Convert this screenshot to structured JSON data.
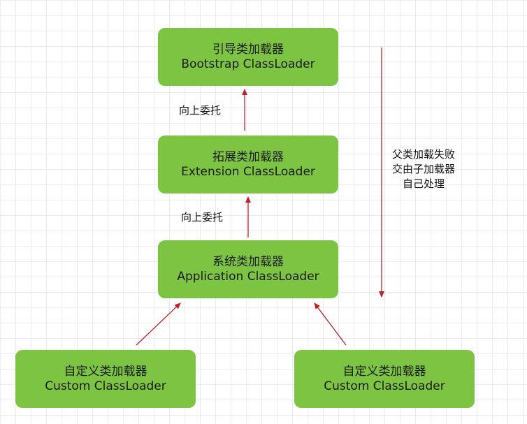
{
  "nodes": {
    "bootstrap": {
      "cn": "引导类加载器",
      "en": "Bootstrap ClassLoader"
    },
    "extension": {
      "cn": "拓展类加载器",
      "en": "Extension ClassLoader"
    },
    "application": {
      "cn": "系统类加载器",
      "en": "Application ClassLoader"
    },
    "custom_left": {
      "cn": "自定义类加载器",
      "en": "Custom ClassLoader"
    },
    "custom_right": {
      "cn": "自定义类加载器",
      "en": "Custom ClassLoader"
    }
  },
  "labels": {
    "delegate_up_1": "向上委托",
    "delegate_up_2": "向上委托",
    "fallback": [
      "父类加载失败",
      "交由子加载器",
      "自己处理"
    ]
  },
  "colors": {
    "node": "#7dc443",
    "arrow": "#c0202a"
  }
}
